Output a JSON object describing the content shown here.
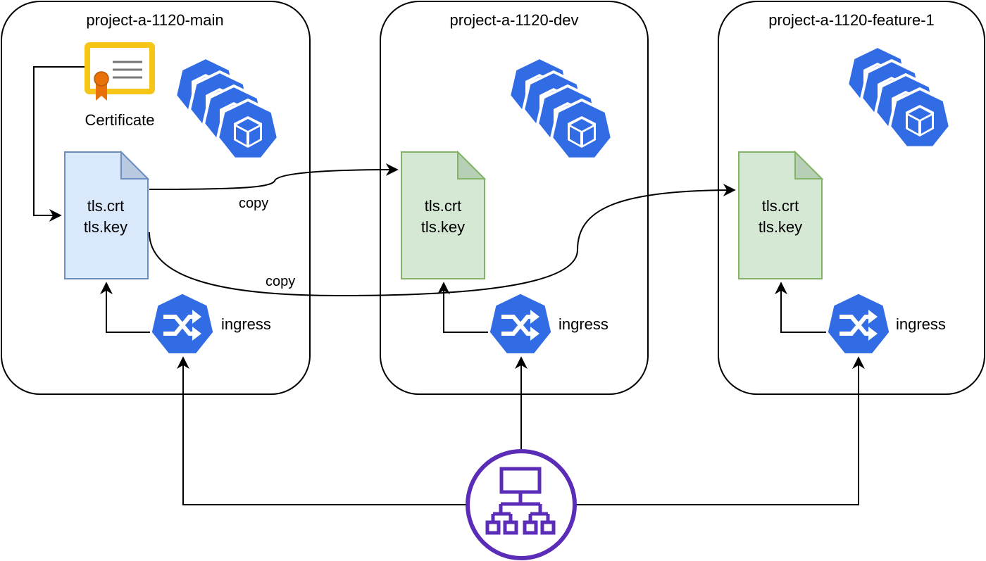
{
  "namespaces": [
    {
      "id": "main",
      "title": "project-a-1120-main"
    },
    {
      "id": "dev",
      "title": "project-a-1120-dev"
    },
    {
      "id": "feature",
      "title": "project-a-1120-feature-1"
    }
  ],
  "certificate": {
    "label": "Certificate",
    "icon": "certificate-icon"
  },
  "secret": {
    "line1": "tls.crt",
    "line2": "tls.key"
  },
  "ingress": {
    "label": "ingress",
    "icon": "ingress-icon"
  },
  "copy_labels": [
    "copy",
    "copy"
  ],
  "load_balancer": {
    "icon": "load-balancer-icon"
  },
  "colors": {
    "k8s_blue": "#326CE5",
    "source_secret_fill": "#DAE8FC",
    "source_secret_stroke": "#6C8EBF",
    "copy_secret_fill": "#D5E8D4",
    "copy_secret_stroke": "#82B366",
    "load_balancer_purple": "#5A2CB8",
    "certificate_yellow": "#F5C518",
    "certificate_ribbon": "#E8710A"
  }
}
